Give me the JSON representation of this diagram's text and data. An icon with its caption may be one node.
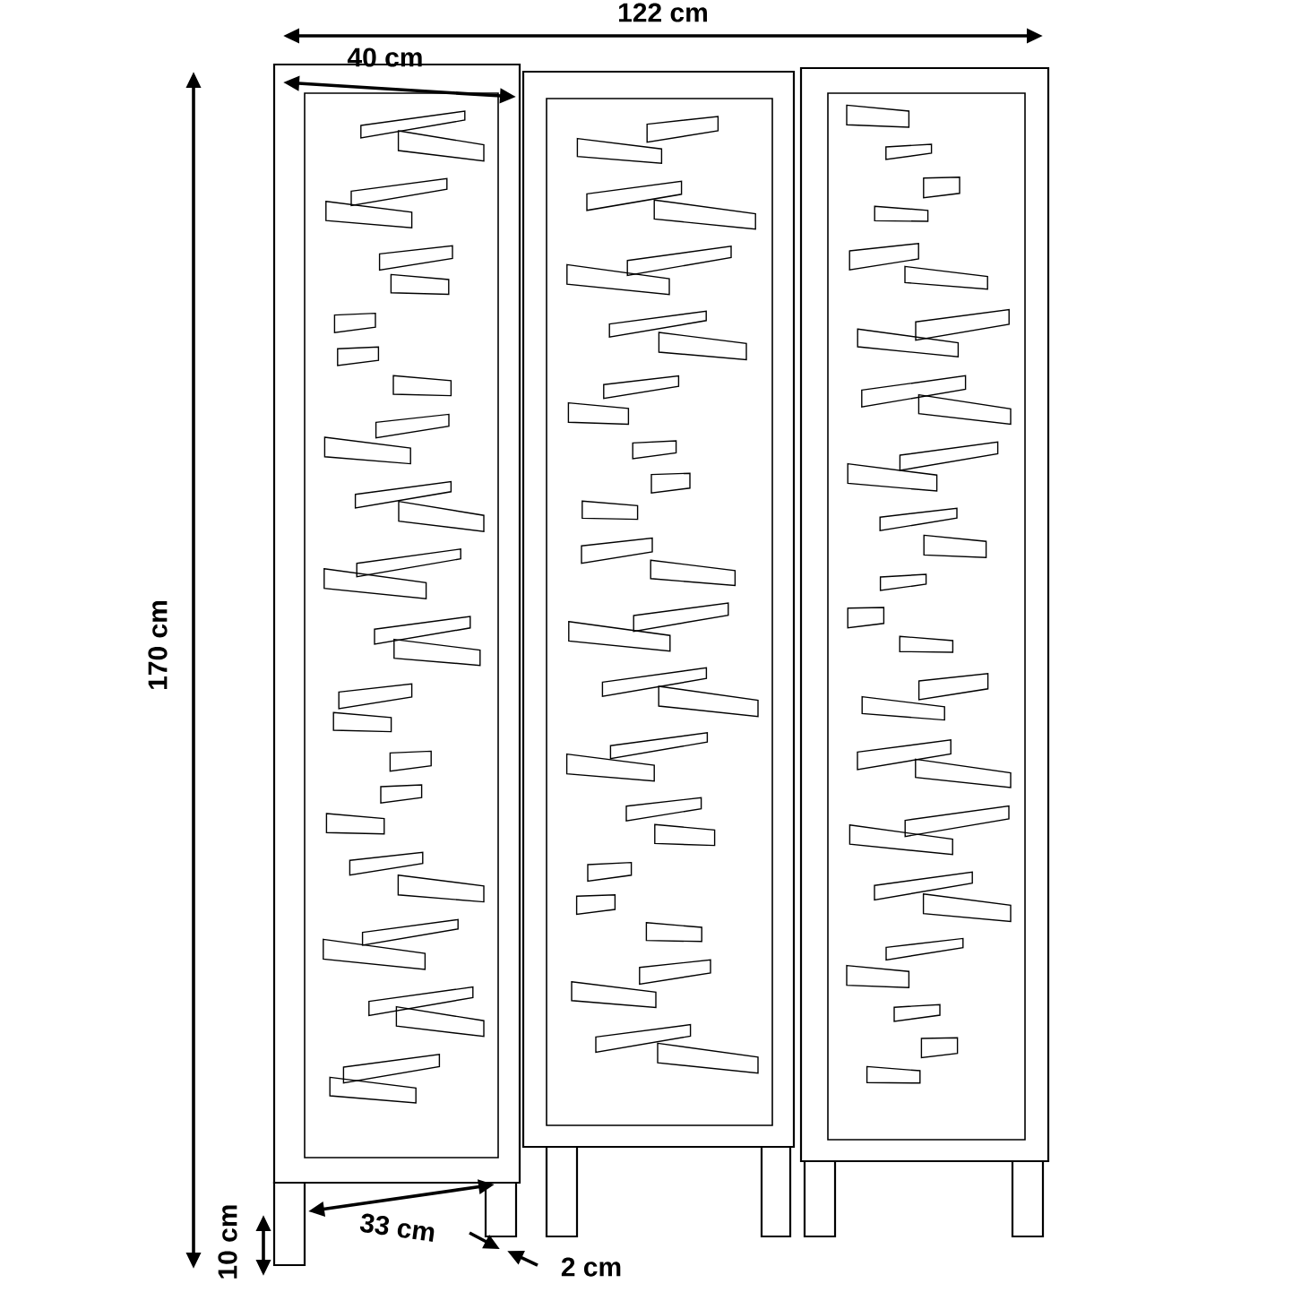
{
  "diagram": {
    "labels": [
      "122 cm",
      "40 cm",
      "170 cm",
      "10 cm",
      "33 cm",
      "2 cm"
    ]
  }
}
